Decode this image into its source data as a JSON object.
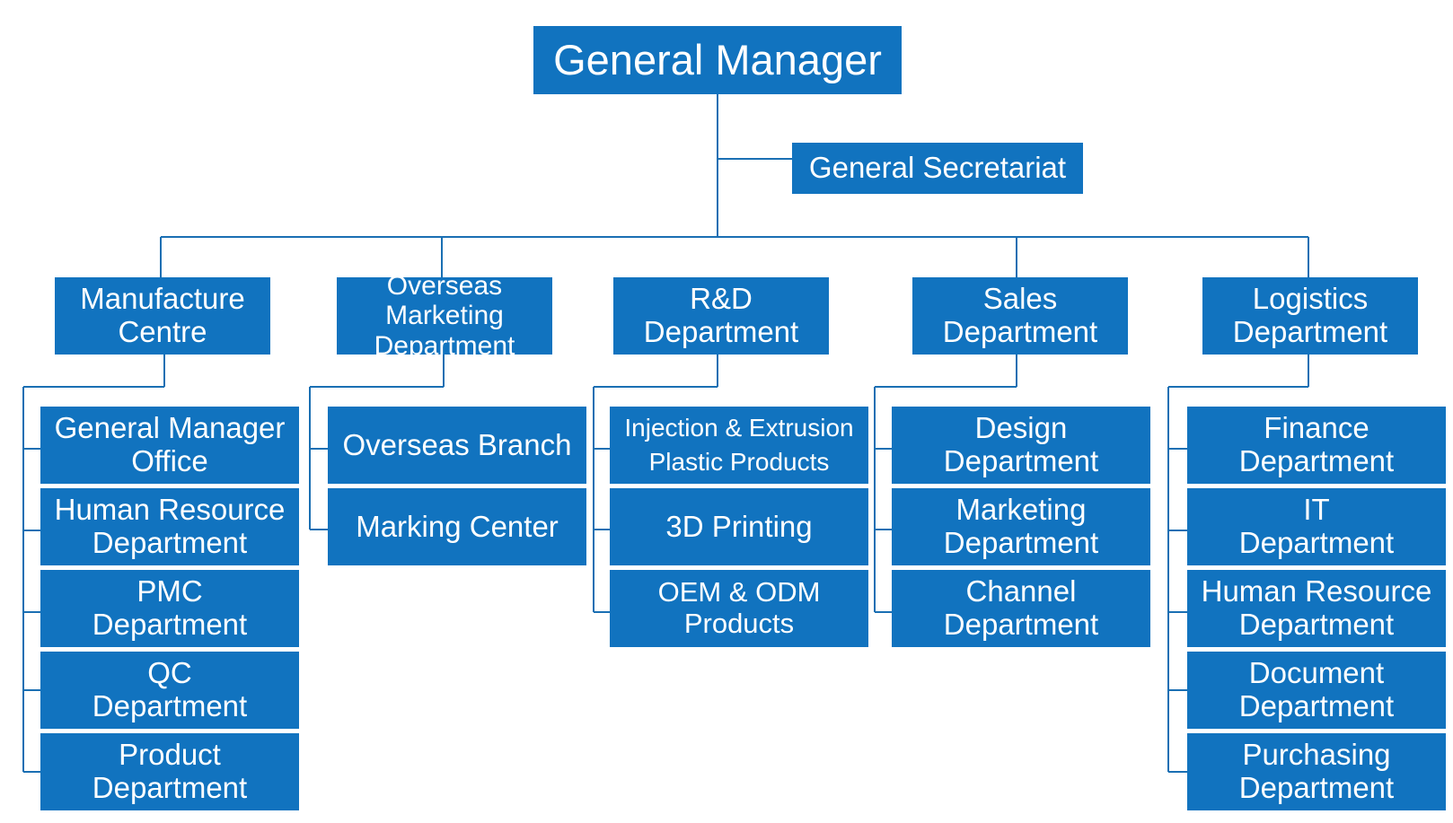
{
  "org": {
    "general_manager": "General Manager",
    "general_secretariat": "General Secretariat",
    "departments": {
      "manufacture": {
        "label": "Manufacture\nCentre",
        "units": [
          "General Manager\nOffice",
          "Human Resource\nDepartment",
          "PMC\nDepartment",
          "QC\nDepartment",
          "Product\nDepartment"
        ]
      },
      "overseas": {
        "label": "Overseas Marketing\nDepartment",
        "units": [
          "Overseas Branch",
          "Marking Center"
        ]
      },
      "rnd": {
        "label": "R&D\nDepartment",
        "units": [
          "Injection & Extrusion\nPlastic Products",
          "3D Printing",
          "OEM & ODM\nProducts"
        ]
      },
      "sales": {
        "label": "Sales\nDepartment",
        "units": [
          "Design\nDepartment",
          "Marketing\nDepartment",
          "Channel\nDepartment"
        ]
      },
      "logistics": {
        "label": "Logistics\nDepartment",
        "units": [
          "Finance\nDepartment",
          "IT\nDepartment",
          "Human Resource\nDepartment",
          "Document\nDepartment",
          "Purchasing\nDepartment"
        ]
      }
    }
  },
  "colors": {
    "box": "#1173bf",
    "connector": "#1a6fb3",
    "text": "#ffffff"
  }
}
